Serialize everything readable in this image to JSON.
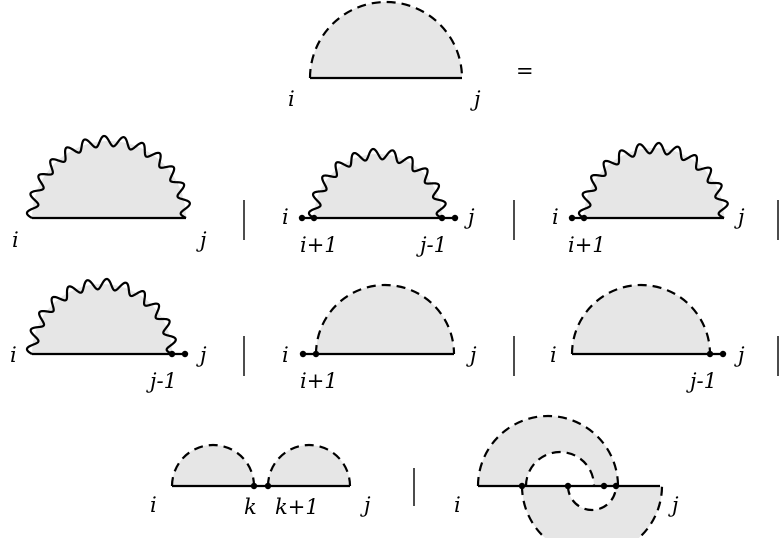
{
  "equals": "=",
  "separator": "|",
  "labels": {
    "i": "i",
    "j": "j",
    "i_plus_1": "i+1",
    "j_minus_1": "j-1",
    "k": "k",
    "k_plus_1": "k+1"
  },
  "colors": {
    "region_fill": "#e6e6e6",
    "stroke": "#000000"
  }
}
